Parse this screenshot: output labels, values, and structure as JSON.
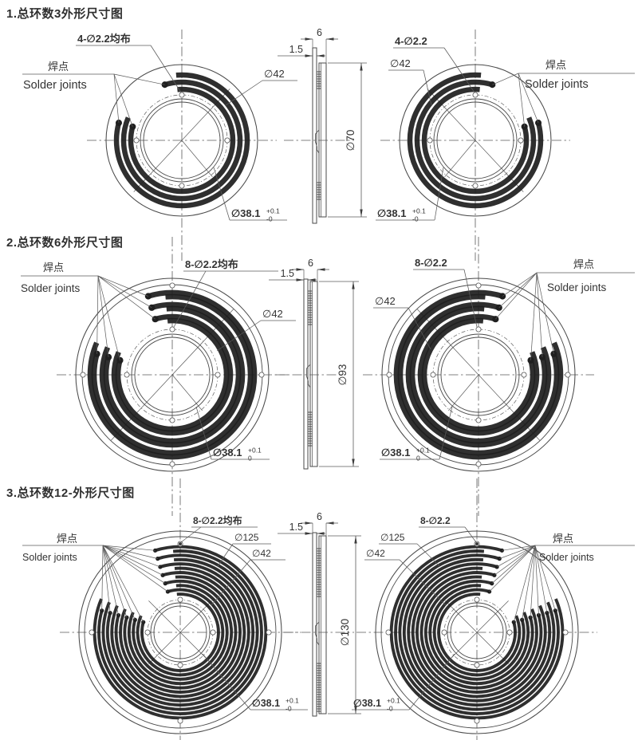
{
  "colors": {
    "line": "#4a4a4a",
    "thin_line": "#5a5a5a",
    "ring": "#1f1f1f",
    "text": "#333333"
  },
  "sections": [
    {
      "title": "1.总环数3外形尺寸图",
      "ring_count": 3,
      "left_view": {
        "holes_label": "4-∅2.2均布",
        "solder_label_cn": "焊点",
        "solder_label_en": "Solder joints",
        "ring_dia_label": "∅42",
        "bore_label": "∅38.1",
        "bore_tol_upper": "+0.1",
        "bore_tol_lower": "-0"
      },
      "right_view": {
        "holes_label": "4-∅2.2",
        "solder_label_cn": "焊点",
        "solder_label_en": "Solder joints",
        "ring_dia_label": "∅42",
        "bore_label": "∅38.1",
        "bore_tol_upper": "+0.1",
        "bore_tol_lower": "-0"
      },
      "side_view": {
        "width_label": "6",
        "thickness_label": "1.5",
        "outer_dia_label": "∅70"
      }
    },
    {
      "title": "2.总环数6外形尺寸图",
      "ring_count": 6,
      "left_view": {
        "holes_label": "8-∅2.2均布",
        "solder_label_cn": "焊点",
        "solder_label_en": "Solder joints",
        "ring_dia_label": "∅42",
        "bore_label": "∅38.1",
        "bore_tol_upper": "+0.1",
        "bore_tol_lower": "0"
      },
      "right_view": {
        "holes_label": "8-∅2.2",
        "solder_label_cn": "焊点",
        "solder_label_en": "Solder joints",
        "ring_dia_label": "∅42",
        "bore_label": "∅38.1",
        "bore_tol_upper": "+0.1",
        "bore_tol_lower": "0"
      },
      "side_view": {
        "width_label": "6",
        "thickness_label": "1.5",
        "outer_dia_label": "∅93"
      }
    },
    {
      "title": "3.总环数12-外形尺寸图",
      "ring_count": 12,
      "left_view": {
        "holes_label": "8-∅2.2均布",
        "solder_label_cn": "焊点",
        "solder_label_en": "Solder joints",
        "outer_ring_dia_label": "∅125",
        "ring_dia_label": "∅42",
        "bore_label": "∅38.1",
        "bore_tol_upper": "+0.1",
        "bore_tol_lower": "-0"
      },
      "right_view": {
        "holes_label": "8-∅2.2",
        "solder_label_cn": "焊点",
        "solder_label_en": "Solder joints",
        "outer_ring_dia_label": "∅125",
        "ring_dia_label": "∅42",
        "bore_label": "∅38.1",
        "bore_tol_upper": "+0.1",
        "bore_tol_lower": "-0"
      },
      "side_view": {
        "width_label": "6",
        "thickness_label": "1.5",
        "outer_dia_label": "∅130"
      }
    }
  ]
}
